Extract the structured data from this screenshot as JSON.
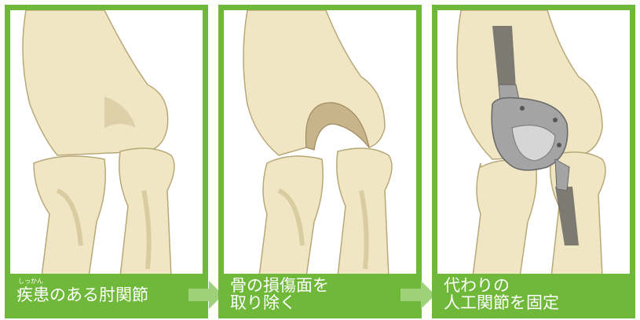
{
  "colors": {
    "accent": "#6fb83a",
    "arrow": "#9fd07a",
    "bone": "#f0e6c4",
    "bone_shadow": "#d8cca0",
    "cartilage": "#c8b48a",
    "metal": "#a4a4a4",
    "cement": "#555555"
  },
  "panels": [
    {
      "caption_main": "疾患のある肘関節",
      "ruby_base": "疾患",
      "ruby_text": "しっかん",
      "caption_rest": "のある肘関節"
    },
    {
      "caption_line1": "骨の損傷面を",
      "caption_line2": "取り除く"
    },
    {
      "caption_line1": "代わりの",
      "caption_line2": "人工関節を固定"
    }
  ],
  "arrows": [
    "arrow-right-icon",
    "arrow-right-icon"
  ]
}
